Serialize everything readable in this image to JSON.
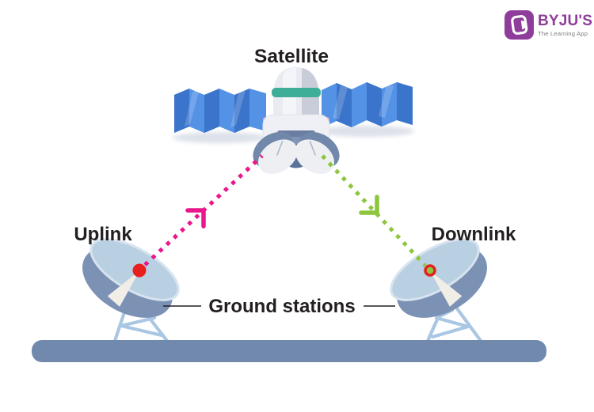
{
  "logo": {
    "brand": "BYJU'S",
    "tagline": "The Learning App"
  },
  "labels": {
    "satellite": "Satellite",
    "uplink": "Uplink",
    "downlink": "Downlink",
    "ground_stations": "Ground stations"
  },
  "icons": {
    "satellite": "satellite-with-solar-panels",
    "ground_station_left": "parabolic-dish-antenna-on-lattice-tower",
    "ground_station_right": "parabolic-dish-antenna-on-lattice-tower",
    "uplink_arrow": "pink-dotted-arrow-up-right",
    "downlink_arrow": "green-dotted-arrow-down-right",
    "logo_icon": "byjus-b-badge"
  },
  "colors": {
    "uplink": "#e9168c",
    "downlink": "#8cc63e",
    "red_dot": "#e8201d",
    "ground_bar": "#7089ad",
    "dish_face": "#b9cfe2",
    "dish_bowl": "#7b92b5",
    "panel_blue": "#5492e6",
    "panel_blue_dark": "#3b74cb",
    "teal_band": "#3fae99",
    "tower_blue": "#a9c6e3",
    "logo_purple": "#8f3d9a",
    "text": "#231f20"
  }
}
